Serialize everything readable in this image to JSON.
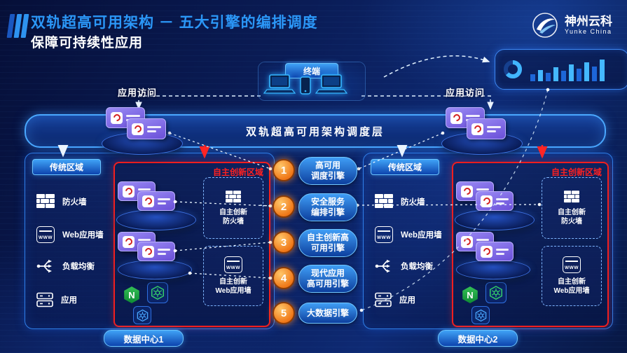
{
  "header": {
    "title": "双轨超高可用架构 － 五大引擎的编排调度",
    "subtitle": "保障可持续性应用",
    "logo_name": "神州云科",
    "logo_sub": "Yunke China"
  },
  "top": {
    "terminal_label": "终端",
    "access_left": "应用访问",
    "access_right": "应用访问"
  },
  "scheduler": {
    "label": "双轨超高可用架构调度层"
  },
  "engines": [
    {
      "num": "1",
      "label": "高可用\n调度引擎"
    },
    {
      "num": "2",
      "label": "安全服务\n编排引擎"
    },
    {
      "num": "3",
      "label": "自主创新高\n可用引擎"
    },
    {
      "num": "4",
      "label": "现代应用\n高可用引擎"
    },
    {
      "num": "5",
      "label": "大数据引擎"
    }
  ],
  "datacenters": [
    {
      "traditional_label": "传统区域",
      "items": [
        "防火墙",
        "Web应用墙",
        "负载均衡",
        "应用"
      ],
      "innovation_label": "自主创新区域",
      "innovation_boxes": [
        "自主创新\n防火墙",
        "自主创新\nWeb应用墙"
      ],
      "footer": "数据中心1"
    },
    {
      "traditional_label": "传统区域",
      "items": [
        "防火墙",
        "Web应用墙",
        "负载均衡",
        "应用"
      ],
      "innovation_label": "自主创新区域",
      "innovation_boxes": [
        "自主创新\n防火墙",
        "自主创新\nWeb应用墙"
      ],
      "footer": "数据中心2"
    }
  ],
  "icons": {
    "www": "WWW",
    "nginx_letter": "N"
  },
  "colors": {
    "title_blue": "#2b97f7",
    "innovation_red": "#ff2020",
    "engine_orange": "#f07818",
    "pill_blue": "#1d66d8"
  }
}
